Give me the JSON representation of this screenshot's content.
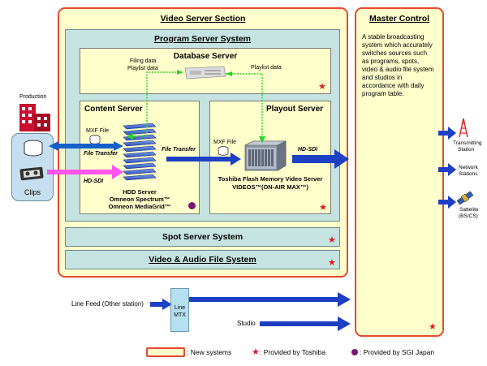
{
  "video_server_section": {
    "title": "Video Server Section"
  },
  "program_server_system": {
    "title": "Program Server System"
  },
  "database_server": {
    "title": "Database Server",
    "filing_data": "Filing data",
    "playlist_data_left": "Playlist data",
    "playlist_data_right": "Playlist data"
  },
  "content_server": {
    "title": "Content Server",
    "mxf_file": "MXF File",
    "file_transfer_left": "File Transfer",
    "hd_sdi": "HD-SDI",
    "file_transfer_right": "File Transfer",
    "hdd_line1": "HDD Server",
    "hdd_line2": "Omneon Spectrum™",
    "hdd_line3": "Omneon MediaGrid™"
  },
  "playout_server": {
    "title": "Playout Server",
    "mxf_file": "MXF File",
    "hd_sdi": "HD-SDI",
    "name_line1": "Toshiba Flash Memory Video Server",
    "name_line2": "VIDEOS™(ON-AIR MAX™)"
  },
  "spot_server_system": {
    "title": "Spot Server System"
  },
  "file_system": {
    "title": "Video & Audio File System"
  },
  "master_control": {
    "title": "Master Control",
    "description": [
      "A stable broadcasting",
      "system which accurately",
      "switches sources such",
      "as programs, spots,",
      "video & audio file system",
      "and studios in",
      "accordance with daily",
      "program table."
    ]
  },
  "left": {
    "production": "Production",
    "clips": "Clips"
  },
  "outputs": {
    "transmitting": [
      "Transmitting",
      "Station"
    ],
    "network": [
      "Network",
      "Stations"
    ],
    "satellite": [
      "Sattelite",
      "(BS/CS)"
    ]
  },
  "bottom": {
    "line_feed": "Line Feed (Other station)",
    "line_mtx": [
      "Line",
      "MTX"
    ],
    "studio": "Studio"
  },
  "legend": {
    "new_systems": ": New systems",
    "toshiba": ": Provided by Toshiba",
    "sgi": ": Provided by SGI Japan"
  },
  "colors": {
    "toshiba_star": "#e8131b",
    "sgi_dot": "#7b1670",
    "new_system_border": "#e64a2e",
    "arrow_blue": "#1d3fc4",
    "arrow_green": "#27d32b",
    "arrow_pink": "#ff55ee"
  }
}
